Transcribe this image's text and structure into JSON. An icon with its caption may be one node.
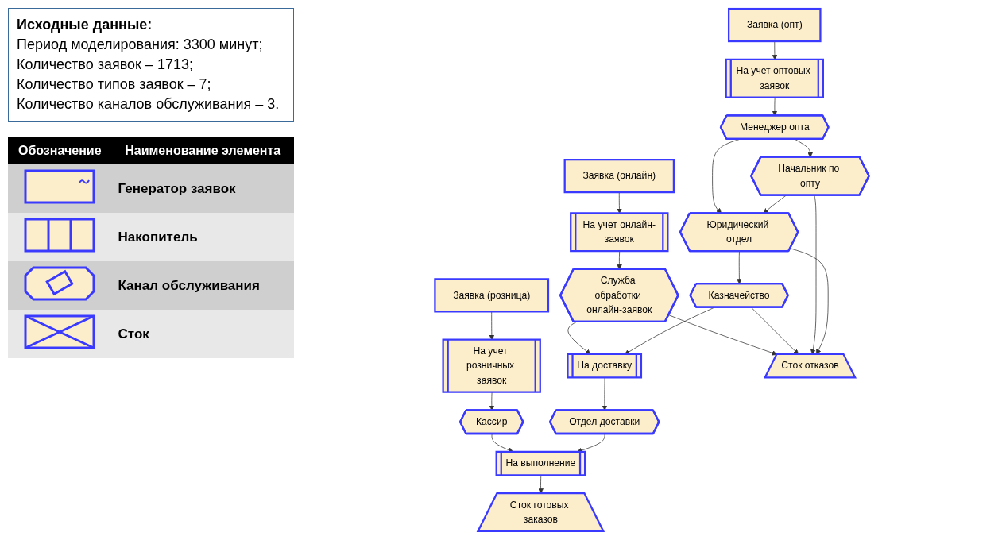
{
  "diagram": {
    "nodes": [
      {
        "text": [
          "Заявка (розница)"
        ]
      },
      {
        "text": [
          "На учет розничных заявок"
        ]
      },
      {
        "text": [
          "Кассир"
        ]
      },
      {
        "text": [
          "На выполнение"
        ]
      },
      {
        "text": [
          "Отдел доставки"
        ]
      },
      {
        "text": [
          "Сток готовых заказов"
        ]
      },
      {
        "text": [
          "Заявка (онлайн)"
        ]
      },
      {
        "text": [
          "На учет онлайн-заявок"
        ]
      },
      {
        "text": [
          "Служба обработки онлайн-заявок"
        ]
      },
      {
        "text": [
          "На доставку"
        ]
      },
      {
        "text": [
          "Сток отказов"
        ]
      },
      {
        "text": [
          "Казначейство"
        ]
      },
      {
        "text": [
          "Начальник по опту"
        ]
      },
      {
        "text": [
          "Заявка (опт)"
        ]
      },
      {
        "text": [
          "На учет оптовых заявок"
        ]
      },
      {
        "text": [
          "Менеджер опта"
        ]
      },
      {
        "text": [
          "Юридический отдел"
        ]
      }
    ],
    "edges": [
      {
        "from": 0,
        "to": 1,
        "arrow": "to"
      },
      {
        "from": 1,
        "to": 2,
        "arrow": "to"
      },
      {
        "from": 2,
        "to": 3,
        "arrow": "to"
      },
      {
        "from": 4,
        "to": 3,
        "arrow": "to"
      },
      {
        "from": 3,
        "to": 5,
        "arrow": "to"
      },
      {
        "from": 6,
        "to": 7,
        "arrow": "to"
      },
      {
        "from": 7,
        "to": 8,
        "arrow": "to"
      },
      {
        "from": 8,
        "to": 9,
        "arrow": "to"
      },
      {
        "from": 9,
        "to": 4,
        "arrow": "to"
      },
      {
        "from": 8,
        "to": 10,
        "arrow": "to"
      },
      {
        "from": 11,
        "to": 10,
        "arrow": "to"
      },
      {
        "from": 11,
        "to": 9,
        "arrow": "to"
      },
      {
        "from": 12,
        "to": 10,
        "arrow": "to"
      },
      {
        "from": 16,
        "to": 10,
        "arrow": "to"
      },
      {
        "from": 13,
        "to": 14,
        "arrow": "to"
      },
      {
        "from": 14,
        "to": 15,
        "arrow": "to"
      },
      {
        "from": 15,
        "to": 12,
        "arrow": "to"
      },
      {
        "from": 15,
        "to": 16,
        "arrow": "to"
      },
      {
        "from": 12,
        "to": 16,
        "arrow": "to"
      },
      {
        "from": 16,
        "to": 11,
        "arrow": "to"
      }
    ],
    "labels": [
      "Исходные данные:",
      "Период моделирования: 3300 минут;",
      "Количество заявок – 1713;",
      "Количество типов заявок – 7;",
      "Количество каналов обслуживания – 3.",
      "Обозначение",
      "Наименование элемента"
    ],
    "legend": [
      {
        "text": "Генератор заявок"
      },
      {
        "text": "Накопитель"
      },
      {
        "text": "Канал обслуживания"
      },
      {
        "text": "Сток"
      }
    ]
  }
}
